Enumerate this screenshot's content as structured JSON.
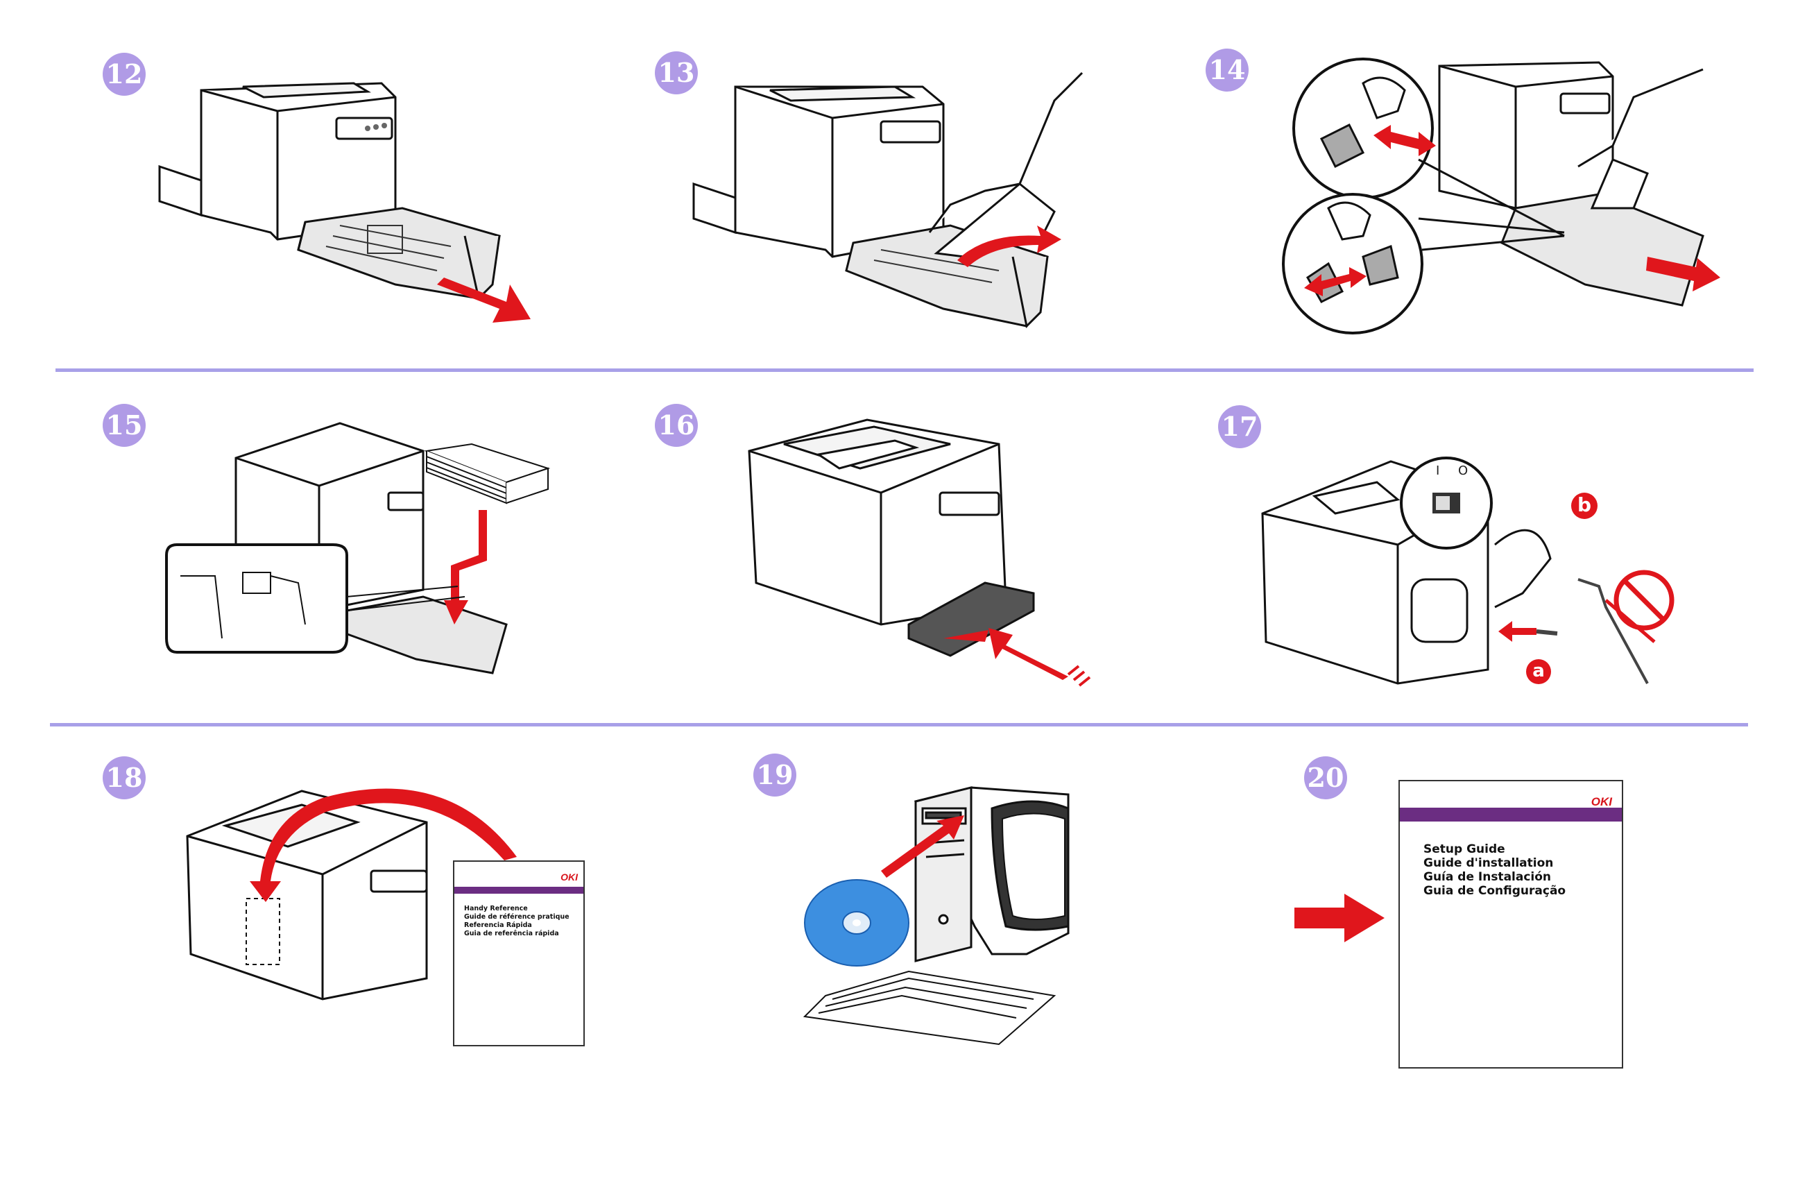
{
  "steps": [
    {
      "number": "12"
    },
    {
      "number": "13"
    },
    {
      "number": "14"
    },
    {
      "number": "15"
    },
    {
      "number": "16"
    },
    {
      "number": "17"
    },
    {
      "number": "18"
    },
    {
      "number": "19"
    },
    {
      "number": "20"
    }
  ],
  "step17": {
    "label_a": "a",
    "label_b": "b",
    "switch_on": "I",
    "switch_off": "O"
  },
  "handy_reference": {
    "logo": "OKI",
    "lines": [
      "Handy Reference",
      "Guide de référence pratique",
      "Referencia Rápida",
      "Guia de referência rápida"
    ]
  },
  "setup_guide": {
    "logo": "OKI",
    "lines": [
      "Setup Guide",
      "Guide d'installation",
      "Guía de Instalación",
      "Guia de Configuração"
    ]
  },
  "colors": {
    "badge": "#b09be6",
    "divider": "#a8a0e8",
    "arrow": "#e0161c",
    "cd": "#3d8fe0",
    "manual_band": "#6b2d82"
  }
}
